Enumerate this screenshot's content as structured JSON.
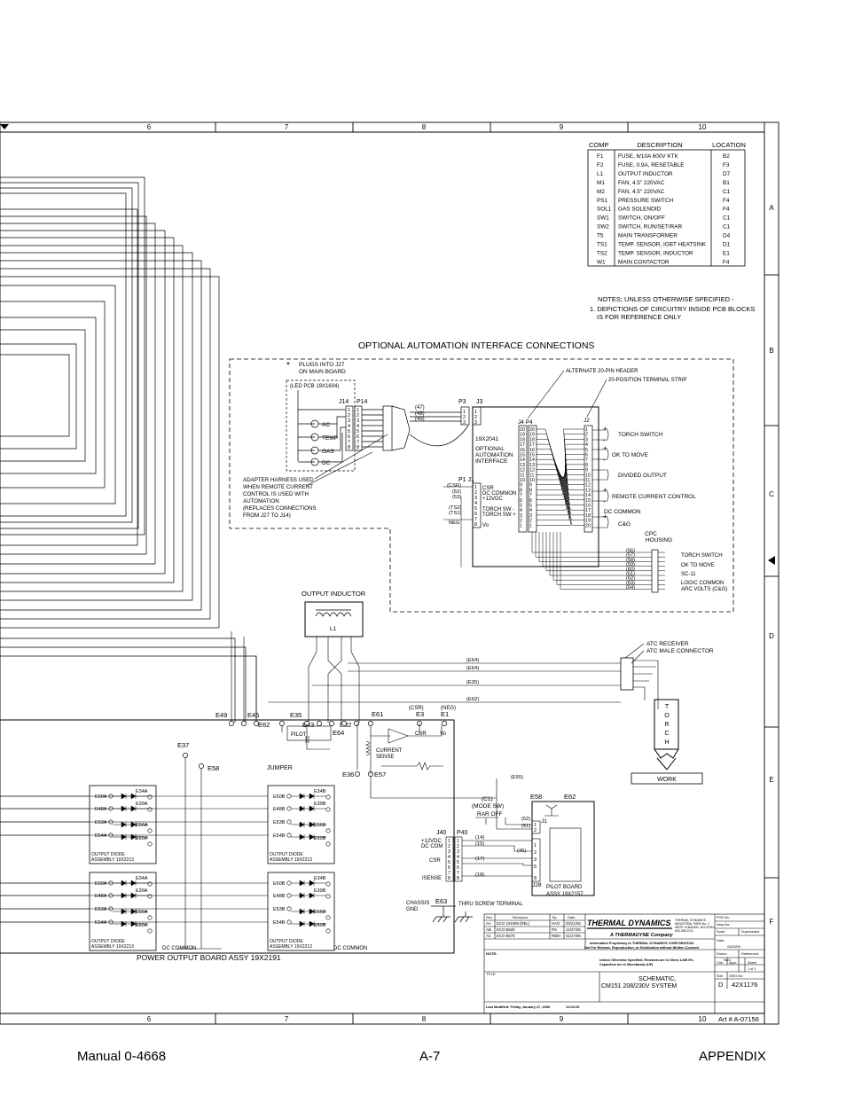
{
  "zone_columns": [
    "6",
    "7",
    "8",
    "9",
    "10"
  ],
  "zone_rows": [
    "A",
    "B",
    "C",
    "D",
    "E",
    "F"
  ],
  "component_table": {
    "headers": [
      "COMP",
      "DESCRIPTION",
      "LOCATION"
    ],
    "rows": [
      [
        "F1",
        "FUSE, 6/10A 600V KTK",
        "B2"
      ],
      [
        "F2",
        "FUSE, 0.9A, RESETABLE",
        "F3"
      ],
      [
        "L1",
        "OUTPUT INDUCTOR",
        "D7"
      ],
      [
        "M1",
        "FAN, 4.5\" 220VAC",
        "B1"
      ],
      [
        "M2",
        "FAN, 4.5\" 220VAC",
        "C1"
      ],
      [
        "PS1",
        "PRESSURE SWITCH",
        "F4"
      ],
      [
        "SOL1",
        "GAS SOLENOID",
        "F4"
      ],
      [
        "SW1",
        "SWITCH, ON/OFF",
        "C1"
      ],
      [
        "SW2",
        "SWITCH, RUN/SET/RAR",
        "C1"
      ],
      [
        "T5",
        "MAIN TRANSFORMER",
        "D4"
      ],
      [
        "TS1",
        "TEMP. SENSOR, IGBT HEATSINK",
        "D1"
      ],
      [
        "TS2",
        "TEMP. SENSOR, INDUCTOR",
        "E1"
      ],
      [
        "W1",
        "MAIN CONTACTOR",
        "F4"
      ]
    ]
  },
  "notes": {
    "line1": "NOTES; UNLESS OTHERWISE SPECIFIED -",
    "line2": "1. DEPICTIONS OF CIRCUITRY INSIDE PCB BLOCKS",
    "line3": "IS FOR REFERENCE ONLY"
  },
  "automation": {
    "title": "OPTIONAL AUTOMATION INTERFACE CONNECTIONS",
    "plugs_into": [
      "PLUGS INTO J27",
      "ON MAIN BOARD"
    ],
    "led_pcb": "(LED PCB 19X1604)",
    "j14": "J14",
    "p14": "P14",
    "led_labels": [
      "AC",
      "TEMP",
      "GAS",
      "DC"
    ],
    "wires_4749": [
      "(47)",
      "(48)",
      "(49)"
    ],
    "p3": "P3",
    "j3": "J3",
    "alt_header": "ALTERNATE 20-PIN HEADER",
    "terminal_strip": "20-POSITION TERMINAL STRIP",
    "j4p4": "J4 P4",
    "j2": "J2",
    "board_text": [
      "19X2041",
      "OPTIONAL",
      "AUTOMATION",
      "INTERFACE"
    ],
    "p1j1": "P1   J1",
    "adapter_note": [
      "ADAPTER HARNESS USED",
      "WHEN REMOTE CURRENT",
      "CONTROL IS USED WITH",
      "AUTOMATION",
      "(REPLACES CONNECTIONS",
      "FROM J27 TO J14)"
    ],
    "j1_left": [
      "(CSR)",
      "(52)",
      "(53)",
      "",
      "(TS2)",
      "(TS1)",
      "NEG"
    ],
    "j1_right": [
      "CSR",
      "DC COMMON",
      "+12VDC",
      "",
      "TORCH SW -",
      "TORCH SW +",
      "",
      "Vo"
    ],
    "outputs": [
      "TORCH SWITCH",
      "OK TO MOVE",
      "DIVIDED OUTPUT",
      "REMOTE CURRENT CONTROL",
      "DC COMMON",
      "C&G"
    ],
    "cpc": [
      "CPC",
      "HOUSING"
    ],
    "cpc_wires": [
      "(56)",
      "(57)",
      "(58)",
      "(59)",
      "(60)",
      "(61)",
      "(62)",
      "(63)",
      "(64)"
    ],
    "cpc_labels": [
      "TORCH SWITCH",
      "OK TO MOVE",
      "SC-11",
      "LOGIC COMMON",
      "ARC VOLTS (C&G)"
    ]
  },
  "inductor": {
    "title": "OUTPUT INDUCTOR",
    "ref": "L1"
  },
  "atc": {
    "receiver": "ATC RECEIVER",
    "male": "ATC MALE CONNECTOR"
  },
  "wires_top": [
    "(E64)",
    "(E64)",
    "(E35)",
    "(E62)"
  ],
  "csr_neg": [
    "(CSR)",
    "(NEG)"
  ],
  "terminals": [
    "E49",
    "E45",
    "E35",
    "E43",
    "E32",
    "E61",
    "E3",
    "E1",
    "E62",
    "E64",
    "E37",
    "E58",
    "E36",
    "E57"
  ],
  "power_board": {
    "pilot": "PILOT",
    "csr": "CSR",
    "vo": "Vo",
    "current_sense": [
      "CURRENT",
      "SENSE"
    ],
    "jumper": "JUMPER",
    "title": "POWER OUTPUT BOARD ASSY 19X2191",
    "dc_common": "DC COMMON",
    "diode_asm": [
      "OUTPUT DIODE",
      "ASSEMBLY 19X2213"
    ],
    "diode_labels": [
      "E50A",
      "E48A",
      "E53A",
      "E54A",
      "E34A",
      "E39A",
      "E56A",
      "E60A",
      "E50B",
      "E48B",
      "E53B",
      "E54B",
      "E34B",
      "E39B",
      "E56B",
      "E60B"
    ]
  },
  "torch": {
    "letters": [
      "T",
      "O",
      "R",
      "C",
      "H"
    ],
    "work": "WORK"
  },
  "pilot_board": {
    "e55": "(E55)",
    "e58": "E58",
    "e62": "E62",
    "c1": "(C1)",
    "mode_sw": "(MODE SW)",
    "rar_off": "RAR OFF",
    "j1": "J1",
    "j40": "J40",
    "p40": "P40",
    "j40_labels": [
      "+12VDC",
      "DC COM",
      "CSR",
      "ISENSE"
    ],
    "wires": [
      "(52)",
      "(51)",
      "(14)",
      "(15)",
      "(46)",
      "(17)",
      "(18)"
    ],
    "j28": "J28",
    "title": [
      "PILOT BOARD",
      "ASSY 19X2157"
    ],
    "chassis": [
      "CHASSIS",
      "GND"
    ],
    "e63": "E63",
    "thru_screw": "THRU SCREW TERMINAL"
  },
  "title_block": {
    "rev_headers": [
      "Rev",
      "Revisions",
      "By",
      "Date"
    ],
    "revisions": [
      [
        "AA",
        "ECO 101089 (REL)",
        "HAG",
        "03/21/05"
      ],
      [
        "AB",
        "ECO B529",
        "RS",
        "12/27/05"
      ],
      [
        "AC",
        "ECO B575",
        "RB/H",
        "01/27/06"
      ]
    ],
    "company": "THERMAL DYNAMICS",
    "company_sub": "A THERMADYNE Company",
    "address": [
      "THERMAL DYNAMICS",
      "INDUSTRIAL PARK No. 2",
      "WEST LEBANON, NH 03784",
      "603-298-5711"
    ],
    "proprietary": [
      "Information Proprietary to THERMAL DYNAMICS CORPORATION.",
      "Not For Release, Reproduction, or Distribution without Written Consent."
    ],
    "note": [
      "NOTE:",
      "Unless Otherwise Specified, Resistors are in Ohms 1/4W 5%.",
      "Capacitors are in Microfarads (UF)"
    ],
    "pcb_no": "PCB No:",
    "assy_no": "Assy No:",
    "scale": "Scale",
    "supersedes": "Supersedes",
    "date_label": "Date:",
    "date": "03/03/05",
    "drawn": "Drawn:",
    "drawn_by": "HAG",
    "references": "References",
    "chk": "Chk:",
    "appr": "Appr:",
    "sheet": "Sheet",
    "sheet_of": "1   of   1",
    "title_label": "TITLE:",
    "title1": "SCHEMATIC,",
    "title2": "CM151  208/230V SYSTEM",
    "size_label": "Size",
    "size": "D",
    "dwg_label": "DWG No:",
    "dwg": "42X1176",
    "last_modified": "Last Modified:   Friday, January 27, 2006",
    "time": "11:06:29"
  },
  "art_no": "Art # A-07156",
  "footer": {
    "left": "Manual 0-4668",
    "center": "A-7",
    "right": "APPENDIX"
  }
}
